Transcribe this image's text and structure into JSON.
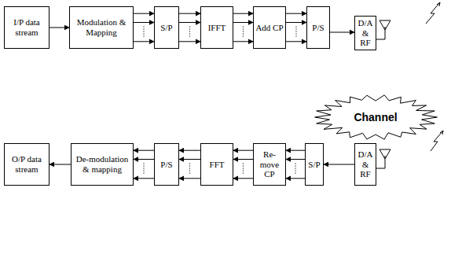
{
  "diagram": {
    "nodes": [
      {
        "text": [
          "I/P data stream"
        ]
      },
      {
        "text": [
          "Modulation & Mapping"
        ]
      },
      {
        "text": [
          "S/P"
        ]
      },
      {
        "text": [
          "IFFT"
        ]
      },
      {
        "text": [
          "Add CP"
        ]
      },
      {
        "text": [
          "P/S"
        ]
      },
      {
        "text": [
          "D/A & RF"
        ]
      },
      {
        "text": [
          "Channel"
        ]
      },
      {
        "text": [
          "O/P data stream"
        ]
      },
      {
        "text": [
          "De-modulation & mapping"
        ]
      },
      {
        "text": [
          "P/S"
        ]
      },
      {
        "text": [
          "FFT"
        ]
      },
      {
        "text": [
          "Re-move CP"
        ]
      },
      {
        "text": [
          "S/P"
        ]
      },
      {
        "text": [
          "D/A & RF"
        ]
      }
    ],
    "edges": [
      {
        "from": 0,
        "to": 1,
        "arrow": "to"
      },
      {
        "from": 1,
        "to": 2,
        "arrow": "to"
      },
      {
        "from": 1,
        "to": 2,
        "arrow": "to"
      },
      {
        "from": 1,
        "to": 2,
        "arrow": "to"
      },
      {
        "from": 2,
        "to": 3,
        "arrow": "to"
      },
      {
        "from": 2,
        "to": 3,
        "arrow": "to"
      },
      {
        "from": 2,
        "to": 3,
        "arrow": "to"
      },
      {
        "from": 3,
        "to": 4,
        "arrow": "to"
      },
      {
        "from": 3,
        "to": 4,
        "arrow": "to"
      },
      {
        "from": 3,
        "to": 4,
        "arrow": "to"
      },
      {
        "from": 4,
        "to": 5,
        "arrow": "to"
      },
      {
        "from": 4,
        "to": 5,
        "arrow": "to"
      },
      {
        "from": 4,
        "to": 5,
        "arrow": "to"
      },
      {
        "from": 5,
        "to": 6,
        "arrow": "to"
      },
      {
        "from": 14,
        "to": 13,
        "arrow": "to"
      },
      {
        "from": 13,
        "to": 12,
        "arrow": "to"
      },
      {
        "from": 13,
        "to": 12,
        "arrow": "to"
      },
      {
        "from": 13,
        "to": 12,
        "arrow": "to"
      },
      {
        "from": 12,
        "to": 11,
        "arrow": "to"
      },
      {
        "from": 12,
        "to": 11,
        "arrow": "to"
      },
      {
        "from": 12,
        "to": 11,
        "arrow": "to"
      },
      {
        "from": 11,
        "to": 10,
        "arrow": "to"
      },
      {
        "from": 11,
        "to": 10,
        "arrow": "to"
      },
      {
        "from": 11,
        "to": 10,
        "arrow": "to"
      },
      {
        "from": 10,
        "to": 9,
        "arrow": "to"
      },
      {
        "from": 10,
        "to": 9,
        "arrow": "to"
      },
      {
        "from": 10,
        "to": 9,
        "arrow": "to"
      },
      {
        "from": 9,
        "to": 8,
        "arrow": "to"
      }
    ]
  }
}
